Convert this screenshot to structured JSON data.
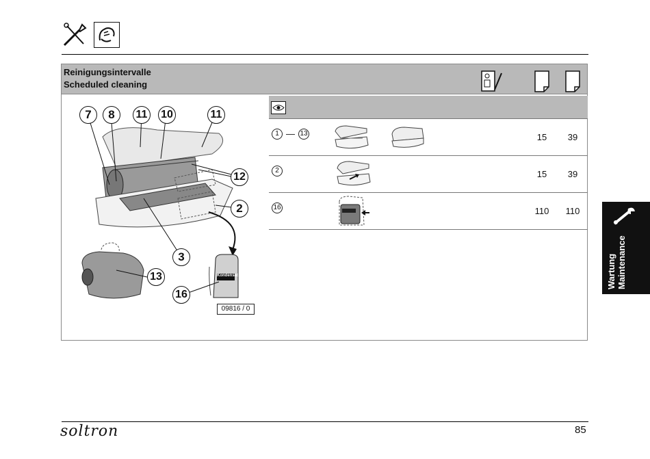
{
  "header": {
    "tools_icon": "wrench-screwdriver-icon",
    "cleaning_icon": "hand-cleaning-icon"
  },
  "section": {
    "title_de": "Reinigungsintervalle",
    "title_en": "Scheduled cleaning",
    "column_icons": [
      "technician-checklist-icon",
      "page-icon",
      "page-icon"
    ]
  },
  "table": {
    "header_icon": "eye-icon",
    "rows": [
      {
        "from": "1",
        "to": "13",
        "icons": [
          "sunbed-open-icon",
          "sunbed-closed-icon"
        ],
        "v1": "15",
        "v2": "39"
      },
      {
        "from": "2",
        "icons": [
          "sunbed-lower-panel-icon"
        ],
        "v1": "15",
        "v2": "39"
      },
      {
        "from": "16",
        "icons": [
          "condensate-canister-icon"
        ],
        "v1": "110",
        "v2": "110"
      }
    ]
  },
  "figure": {
    "callouts": [
      "7",
      "8",
      "11",
      "10",
      "11",
      "12",
      "2",
      "3",
      "13",
      "16"
    ],
    "canister_label": "Kondensat",
    "code": "09816 / 0"
  },
  "side_tab": {
    "line1": "Wartung",
    "line2": "Maintenance",
    "icon": "wrench-icon"
  },
  "footer": {
    "brand": "soltron",
    "page": "85"
  }
}
